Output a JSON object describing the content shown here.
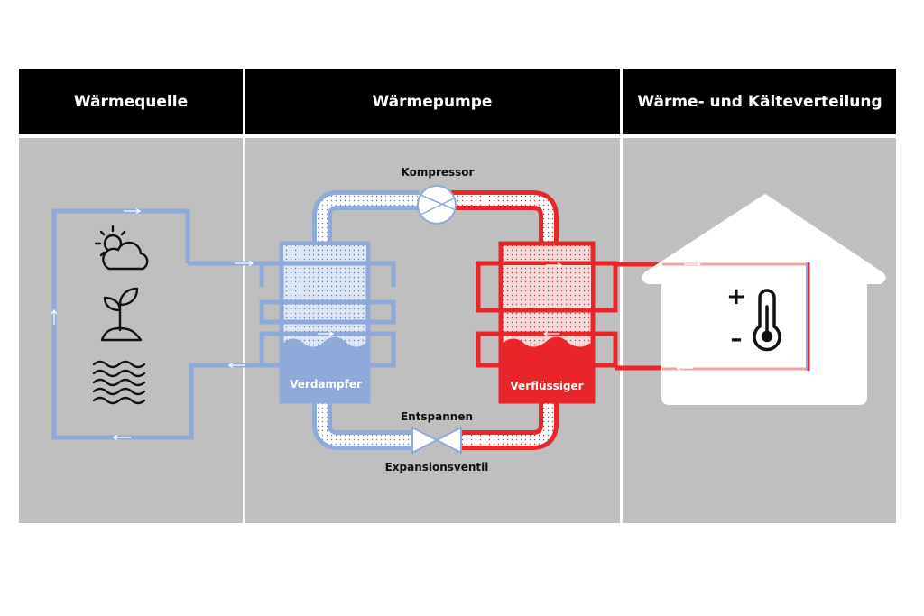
{
  "headers": {
    "source": "Wärmequelle",
    "pump": "Wärmepumpe",
    "distribution": "Wärme- und Kälteverteilung"
  },
  "labels": {
    "compressor": "Kompressor",
    "evaporator": "Verdampfer",
    "condenser": "Verflüssiger",
    "expansion_top": "Entspannen",
    "expansion_bottom": "Expansionsventil",
    "plus": "+",
    "minus": "–"
  },
  "icons": [
    "sun-cloud-icon",
    "plant-icon",
    "water-waves-icon",
    "thermometer-icon",
    "house-icon"
  ],
  "colors": {
    "cold": "#8eaadb",
    "hot": "#e8262a",
    "panel": "#bfbfbf",
    "header": "#000000"
  }
}
